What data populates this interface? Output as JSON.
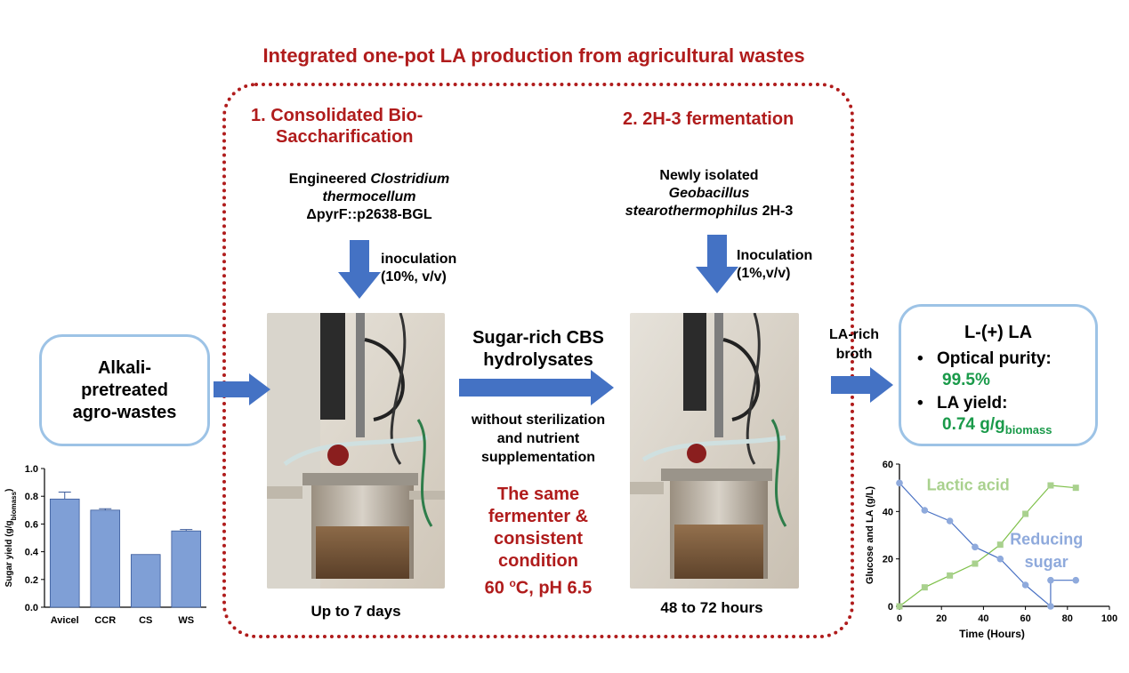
{
  "title": "Integrated one-pot LA production from agricultural wastes",
  "step1": {
    "title_line1": "1. Consolidated Bio-",
    "title_line2": "Saccharification",
    "organism_line1": "Engineered",
    "organism_italic1": "Clostridium",
    "organism_italic2": "thermocellum",
    "organism_line3": "ΔpyrF::p2638-BGL",
    "inoc_line1": "inoculation",
    "inoc_line2": "(10%, v/v)",
    "duration": "Up to 7 days"
  },
  "step2": {
    "title": "2. 2H-3 fermentation",
    "organism_line1": "Newly isolated",
    "organism_italic1": "Geobacillus",
    "organism_italic2": "stearothermophilus",
    "organism_strain": "2H-3",
    "inoc_line1": "Inoculation",
    "inoc_line2": "(1%,v/v)",
    "duration": "48  to 72 hours"
  },
  "feedstock": {
    "line1": "Alkali-",
    "line2": "pretreated",
    "line3": "agro-wastes"
  },
  "middle": {
    "hyd_line1": "Sugar-rich CBS",
    "hyd_line2": "hydrolysates",
    "cond_line1": "without sterilization",
    "cond_line2": "and nutrient",
    "cond_line3": "supplementation",
    "same_line1": "The same",
    "same_line2": "fermenter &",
    "same_line3": "consistent",
    "same_line4": "condition",
    "same_line5_a": "60 ",
    "same_line5_sup": "o",
    "same_line5_b": "C, pH 6.5"
  },
  "broth": {
    "line1": "LA-rich",
    "line2": "broth"
  },
  "result": {
    "title": "L-(+) LA",
    "bullet1_label": "Optical purity:",
    "bullet1_value": "99.5%",
    "bullet2_label": "LA yield:",
    "bullet2_value": "0.74 g/g",
    "bullet2_sub": "biomass",
    "bullet_char": "•"
  },
  "colors": {
    "accent_red": "#b01c1c",
    "arrow_blue": "#4472c4",
    "box_border": "#9dc3e6",
    "green_text": "#1a9a4a",
    "bar_fill": "#7f9fd6",
    "lactic_green": "#a9d18e",
    "sugar_blue": "#8faadc"
  },
  "chart_data": [
    {
      "type": "bar",
      "categories": [
        "Avicel",
        "CCR",
        "CS",
        "WS"
      ],
      "values": [
        0.78,
        0.7,
        0.38,
        0.55
      ],
      "errors": [
        0.05,
        0.01,
        0.0,
        0.01
      ],
      "ylabel": "Sugar yield (g/g",
      "ylabel_sub": "biomass",
      "ylabel_end": ")",
      "ylim": [
        0,
        1.0
      ],
      "yticks": [
        "0.0",
        "0.2",
        "0.4",
        "0.6",
        "0.8",
        "1.0"
      ]
    },
    {
      "type": "line",
      "xlabel": "Time (Hours)",
      "ylabel": "Glucose and LA (g/L)",
      "xlim": [
        0,
        100
      ],
      "ylim": [
        0,
        60
      ],
      "xticks": [
        "0",
        "20",
        "40",
        "60",
        "80",
        "100"
      ],
      "yticks": [
        "0",
        "20",
        "40",
        "60"
      ],
      "series": [
        {
          "name": "Lactic acid",
          "x": [
            0,
            12,
            24,
            36,
            48,
            60,
            72,
            84
          ],
          "y": [
            0,
            8,
            13,
            18,
            26,
            39,
            51,
            50
          ]
        },
        {
          "name": "Reducing sugar",
          "name_line1": "Reducing",
          "name_line2": "sugar",
          "x": [
            0,
            12,
            24,
            36,
            48,
            60,
            72,
            72,
            84
          ],
          "y": [
            52,
            40.5,
            36,
            25,
            20,
            9,
            0,
            11,
            11
          ]
        }
      ]
    }
  ]
}
